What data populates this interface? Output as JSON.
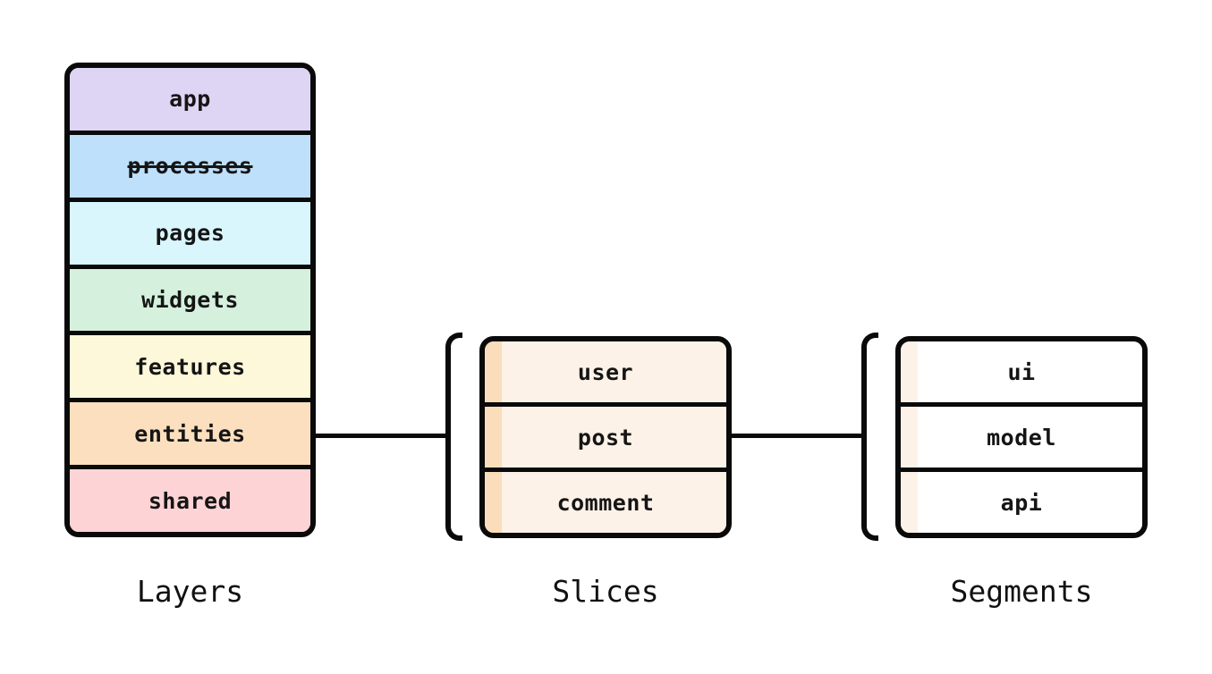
{
  "diagram": {
    "background": "#ffffff",
    "border_color": "#0a0a0a",
    "text_color": "#151515",
    "groups": {
      "layers": {
        "label": "Layers",
        "items": [
          {
            "text": "app",
            "bg": "#ded4f3",
            "strikethrough": false
          },
          {
            "text": "processes",
            "bg": "#bee0fb",
            "strikethrough": true
          },
          {
            "text": "pages",
            "bg": "#d9f6fd",
            "strikethrough": false
          },
          {
            "text": "widgets",
            "bg": "#d5f1dd",
            "strikethrough": false
          },
          {
            "text": "features",
            "bg": "#fcf8d9",
            "strikethrough": false
          },
          {
            "text": "entities",
            "bg": "#fbdfbe",
            "strikethrough": false
          },
          {
            "text": "shared",
            "bg": "#fdd3d6",
            "strikethrough": false
          }
        ]
      },
      "slices": {
        "label": "Slices",
        "stripe_color": "#fadebb",
        "body_bg": "#fdf2e8",
        "items": [
          {
            "text": "user"
          },
          {
            "text": "post"
          },
          {
            "text": "comment"
          }
        ]
      },
      "segments": {
        "label": "Segments",
        "stripe_color": "#fdf2e8",
        "body_bg": "#ffffff",
        "items": [
          {
            "text": "ui"
          },
          {
            "text": "model"
          },
          {
            "text": "api"
          }
        ]
      }
    },
    "connectors": [
      {
        "between": [
          "Layers.entities",
          "Slices"
        ]
      },
      {
        "between": [
          "Slices.post",
          "Segments"
        ]
      }
    ]
  }
}
